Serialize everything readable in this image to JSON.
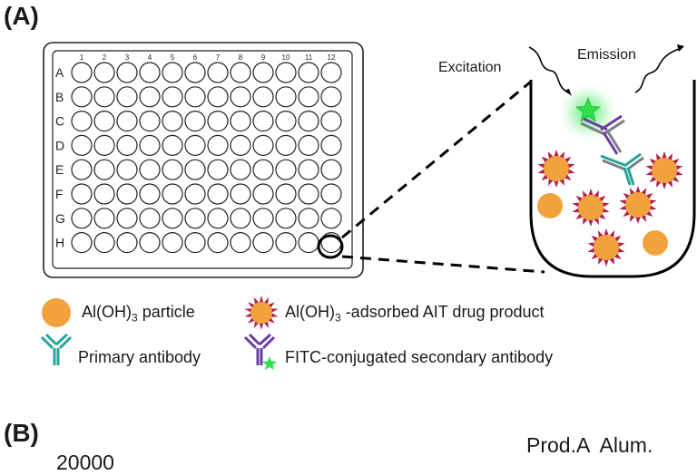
{
  "panel_a": {
    "label": "(A)",
    "plate": {
      "columns": [
        "1",
        "2",
        "3",
        "4",
        "5",
        "6",
        "7",
        "8",
        "9",
        "10",
        "11",
        "12"
      ],
      "rows": [
        "A",
        "B",
        "C",
        "D",
        "E",
        "F",
        "G",
        "H"
      ]
    },
    "well": {
      "excitation": "Excitation",
      "emission": "Emission"
    },
    "legend": {
      "particle": {
        "pre": "Al(OH)",
        "sub": "3",
        "post": " particle"
      },
      "adsorbed": {
        "pre": "Al(OH)",
        "sub": "3",
        "post": " -adsorbed AIT drug product"
      },
      "primary": "Primary antibody",
      "secondary": "FITC-conjugated secondary antibody"
    }
  },
  "panel_b": {
    "label": "(B)",
    "header": "Prod.A  Alum.",
    "partial_value": "20000"
  },
  "colors": {
    "particle": "#f2a23c",
    "spike": "#b2204a",
    "primary_antibody": "#27a59a",
    "secondary_antibody": "#6b3fa0",
    "fitc": "#2ee04a"
  }
}
